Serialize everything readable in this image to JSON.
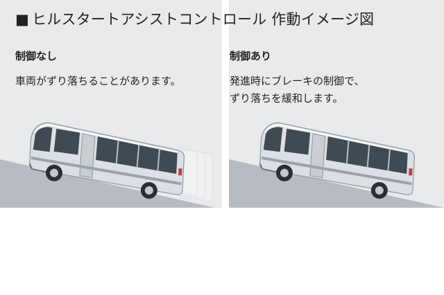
{
  "title": {
    "marker": "■",
    "text": "ヒルスタートアシストコントロール 作動イメージ図"
  },
  "left": {
    "heading": "制御なし",
    "description": "車両がずり落ちることがあります。"
  },
  "right": {
    "heading": "制御あり",
    "description_line1": "発進時にブレーキの制御で、",
    "description_line2": "ずり落ちを緩和します。"
  },
  "colors": {
    "panel": "#e9eaeb",
    "slope": "#b7bcc2",
    "bus_body": "#dcdfe3",
    "bus_window": "#3f4a52",
    "bus_stripe": "#9aa3ab",
    "ghost": "#f4f5f6"
  },
  "icons": [
    "bus-illustration",
    "ghost-bus-trail",
    "slope"
  ]
}
